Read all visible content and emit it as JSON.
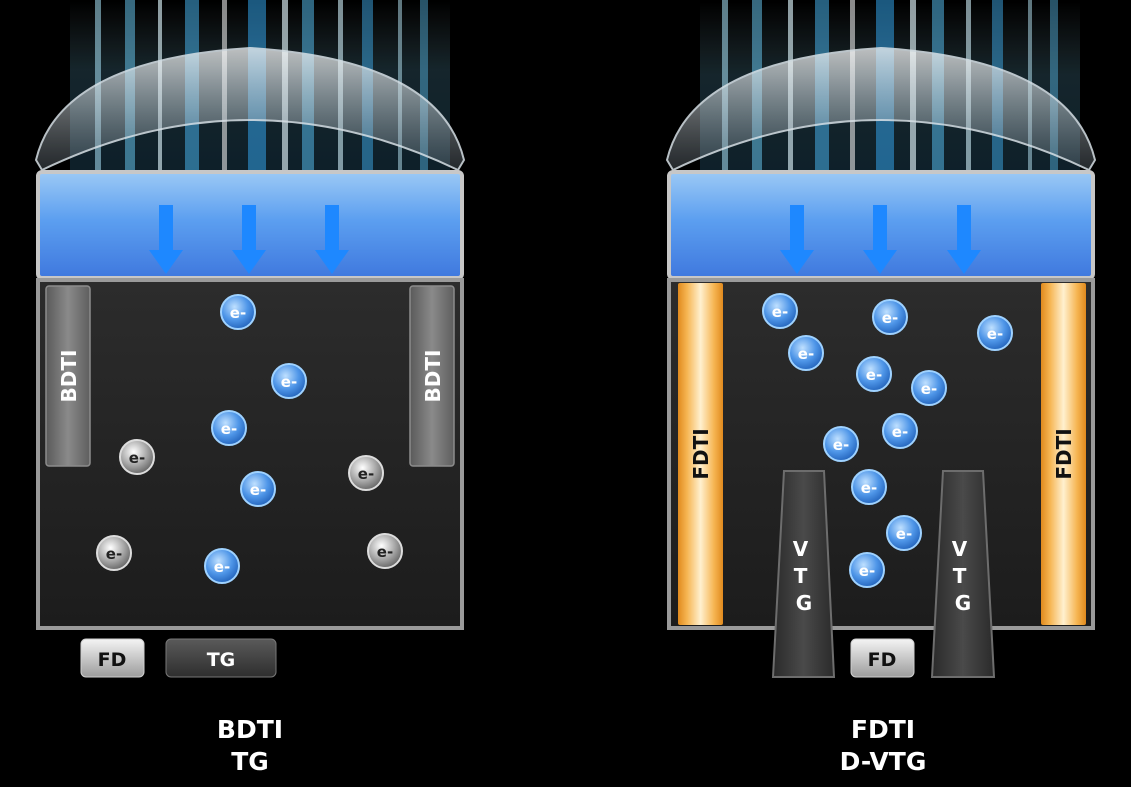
{
  "left_pixel": {
    "isolation_label": "BDTI",
    "electron_label": "e-",
    "fd_label": "FD",
    "tg_label": "TG",
    "caption_line1": "BDTI",
    "caption_line2": "TG"
  },
  "right_pixel": {
    "isolation_label": "FDTI",
    "electron_label": "e-",
    "fd_label": "FD",
    "vtg_label": "VTG",
    "caption_line1": "FDTI",
    "caption_line2": "D-VTG"
  },
  "colors": {
    "background": "#000000",
    "filter_blue": "#4d8fe8",
    "arrow_blue": "#1e88ff",
    "electron_blue": "#3d86e0",
    "electron_gray": "#8a8a8a",
    "bdti_gray": "#6f6f6f",
    "fdti_orange": "#f2a23a",
    "substrate": "#232323"
  }
}
